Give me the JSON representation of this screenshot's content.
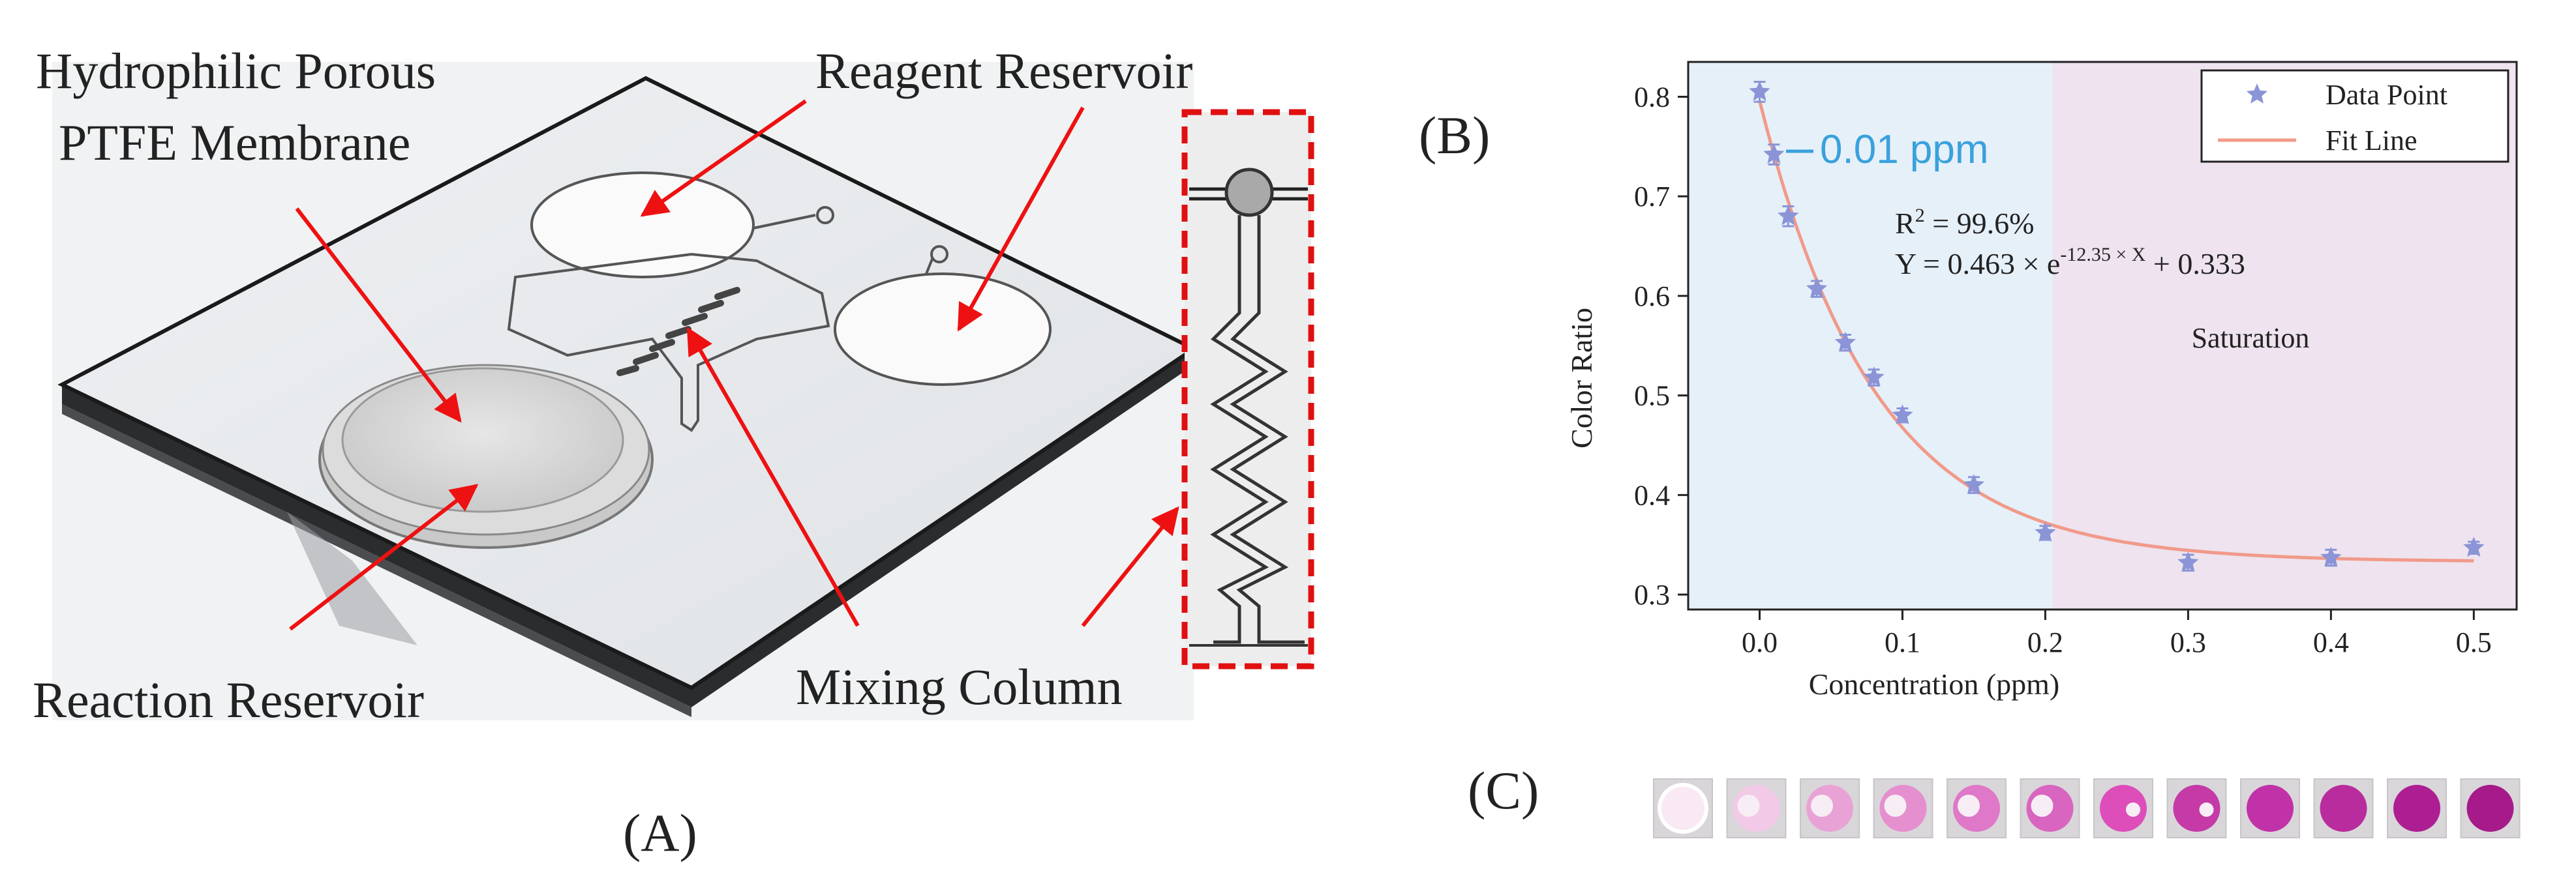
{
  "panel_labels": {
    "a": "(A)",
    "b": "(B)",
    "c": "(C)"
  },
  "device": {
    "labels": {
      "membrane_line1": "Hydrophilic Porous",
      "membrane_line2": "PTFE Membrane",
      "reagent": "Reagent Reservoir",
      "reaction": "Reaction Reservoir",
      "mixing": "Mixing Column"
    },
    "colors": {
      "arrow": "#ee1111",
      "inset_border": "#e01010"
    }
  },
  "chart_data": {
    "type": "scatter",
    "xlabel": "Concentration (ppm)",
    "ylabel": "Color Ratio",
    "xlim": [
      -0.05,
      0.53
    ],
    "ylim": [
      0.285,
      0.835
    ],
    "xticks": [
      0.0,
      0.1,
      0.2,
      0.3,
      0.4,
      0.5
    ],
    "xtick_labels": [
      "0.0",
      "0.1",
      "0.2",
      "0.3",
      "0.4",
      "0.5"
    ],
    "yticks": [
      0.3,
      0.4,
      0.5,
      0.6,
      0.7,
      0.8
    ],
    "ytick_labels": [
      "0.3",
      "0.4",
      "0.5",
      "0.6",
      "0.7",
      "0.8"
    ],
    "series": [
      {
        "name": "Data Point",
        "marker": "star",
        "color": "#8a94d6",
        "x": [
          0.0,
          0.01,
          0.02,
          0.04,
          0.06,
          0.08,
          0.1,
          0.15,
          0.2,
          0.3,
          0.4,
          0.5
        ],
        "y": [
          0.805,
          0.742,
          0.68,
          0.607,
          0.553,
          0.518,
          0.48,
          0.41,
          0.362,
          0.332,
          0.337,
          0.347
        ],
        "err": [
          0.01,
          0.01,
          0.01,
          0.008,
          0.008,
          0.008,
          0.007,
          0.008,
          0.007,
          0.008,
          0.008,
          0.006
        ]
      },
      {
        "name": "Fit Line",
        "type": "line",
        "color": "#f19a8a",
        "model": {
          "a": 0.463,
          "b": -12.35,
          "c": 0.333
        }
      }
    ],
    "regions": [
      {
        "from": -0.05,
        "to": 0.205,
        "color": "#e6f0f9"
      },
      {
        "from": 0.205,
        "to": 0.53,
        "color": "#eee3ef",
        "label": "Saturation"
      }
    ],
    "annotations": {
      "lod": "0.01 ppm",
      "r2": "R",
      "r2_sup": "2",
      "r2_value": " = 99.6%",
      "eq_lhs": "Y  = 0.463 × e",
      "eq_exp": "-12.35 × X",
      "eq_rhs": " + 0.333"
    },
    "colors": {
      "lod": "#3aa1dc"
    },
    "legend": "top-right"
  },
  "swatches": {
    "colors": [
      "#f9e9f4",
      "#f2c9e6",
      "#e9a2d6",
      "#e58fcf",
      "#df78c8",
      "#d865bf",
      "#de4ebb",
      "#c53aa6",
      "#c131a7",
      "#b82c9e",
      "#ad1e92",
      "#a61a89"
    ],
    "spot_shape": [
      "full-ring",
      "left",
      "left",
      "left",
      "left",
      "left",
      "right",
      "right",
      "full",
      "full",
      "full",
      "full"
    ]
  }
}
